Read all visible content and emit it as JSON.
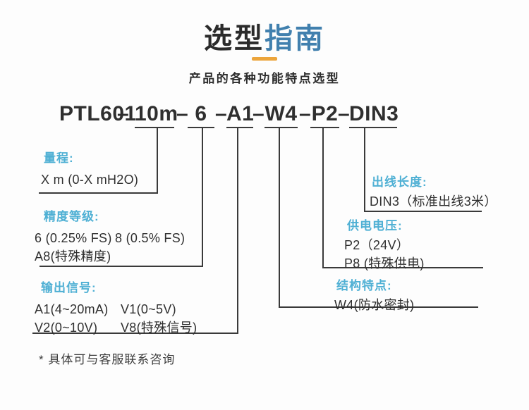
{
  "page": {
    "title_primary": "选型",
    "title_accent": "指南",
    "subtitle": "产品的各种功能特点选型",
    "footnote": "* 具体可与客服联系咨询",
    "colors": {
      "title_primary": "#2b2b2b",
      "title_accent": "#4180ae",
      "title_underline": "#eca53c",
      "callout_label": "#4fb0d4",
      "connector_line": "#3a3a3a",
      "body_text": "#2f2f2f"
    }
  },
  "model_code": {
    "prefix": "PTL601",
    "separator": "–",
    "segments": [
      "10m",
      "6",
      "A1",
      "W4",
      "P2",
      "DIN3"
    ]
  },
  "callouts": {
    "range": {
      "label": "量程:",
      "value": "X m (0-X mH2O)"
    },
    "accuracy": {
      "label": "精度等级:",
      "row1": [
        "6 (0.25% FS)",
        "8 (0.5% FS)"
      ],
      "row2": "A8(特殊精度)"
    },
    "output": {
      "label": "输出信号:",
      "row1": [
        "A1(4~20mA)",
        "V1(0~5V)"
      ],
      "row2": [
        "V2(0~10V)",
        "V8(特殊信号)"
      ]
    },
    "cable": {
      "label": "出线长度:",
      "value": "DIN3（标准出线3米）"
    },
    "power": {
      "label": "供电电压:",
      "row1": "P2（24V）",
      "row2": "P8 (特殊供电)"
    },
    "structure": {
      "label": "结构特点:",
      "value": "W4(防水密封)"
    }
  }
}
